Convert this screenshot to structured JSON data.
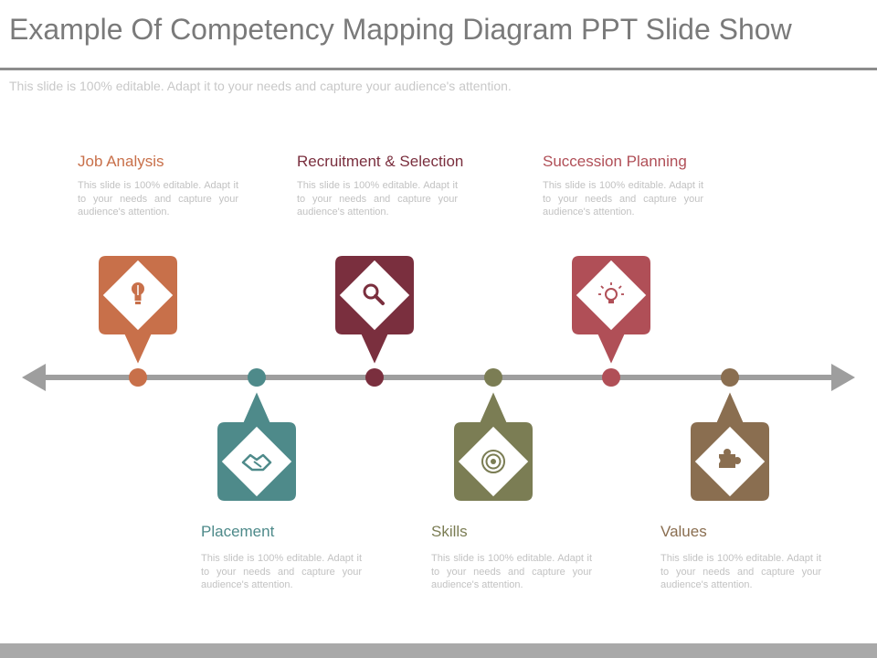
{
  "header": {
    "title": "Example Of Competency Mapping Diagram PPT Slide Show",
    "subtitle": "This slide is 100% editable. Adapt it to your needs and capture your audience's attention."
  },
  "steps": [
    {
      "title": "Job Analysis",
      "description": "This slide is 100% editable. Adapt it to your needs and capture your audience's attention.",
      "color": "#c8704a",
      "icon": "lightbulb-icon"
    },
    {
      "title": "Placement",
      "description": "This slide is 100% editable. Adapt it to your needs and capture your audience's attention.",
      "color": "#4e8a8a",
      "icon": "handshake-icon"
    },
    {
      "title": "Recruitment & Selection",
      "description": "This slide is 100% editable. Adapt it to your needs and capture your audience's attention.",
      "color": "#7a2f3e",
      "icon": "magnifier-icon"
    },
    {
      "title": "Skills",
      "description": "This slide is 100% editable. Adapt it to your needs and capture your audience's attention.",
      "color": "#7b7d54",
      "icon": "target-icon"
    },
    {
      "title": "Succession Planning",
      "description": "This slide is 100% editable. Adapt it to your needs and capture your audience's attention.",
      "color": "#b04f57",
      "icon": "idea-bulb-icon"
    },
    {
      "title": "Values",
      "description": "This slide is 100% editable. Adapt it to your needs and capture your audience's attention.",
      "color": "#8a6e50",
      "icon": "puzzle-icon"
    }
  ],
  "timeline": {
    "line_color": "#9e9e9e"
  }
}
